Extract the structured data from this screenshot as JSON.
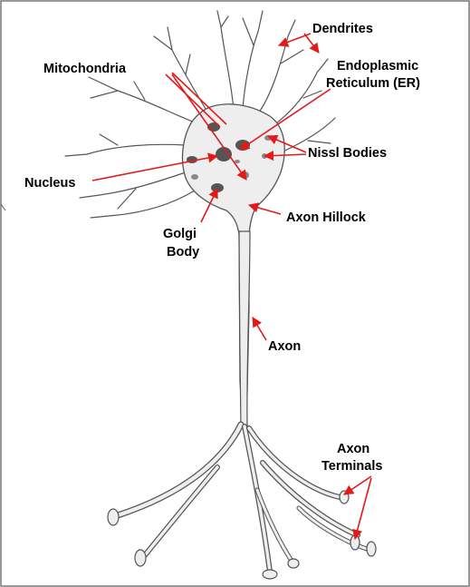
{
  "labels": {
    "dendrites": "Dendrites",
    "mitochondria": "Mitochondria",
    "er_line1": "Endoplasmic",
    "er_line2": "Reticulum (ER)",
    "nissl": "Nissl Bodies",
    "nucleus": "Nucleus",
    "axon_hillock": "Axon Hillock",
    "golgi_line1": "Golgi",
    "golgi_line2": "Body",
    "axon": "Axon",
    "terminals_line1": "Axon",
    "terminals_line2": "Terminals"
  },
  "colors": {
    "arrow": "#e21a1a",
    "cell_fill": "#eeeeee",
    "outline": "#555555",
    "frame": "#777777"
  }
}
